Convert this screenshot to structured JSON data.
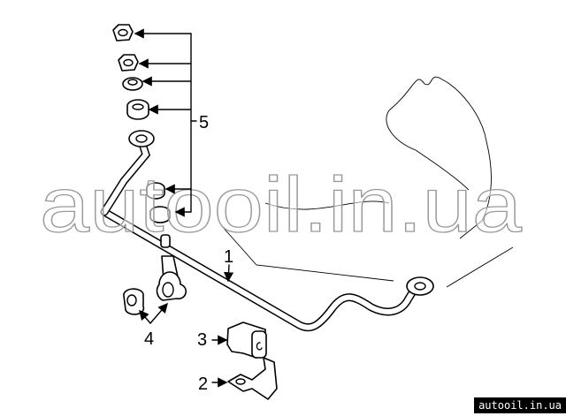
{
  "callouts": {
    "c1": "1",
    "c2": "2",
    "c3": "3",
    "c4": "4",
    "c5": "5"
  },
  "watermark": "autooil.in.ua",
  "badge": "autooil.in.ua"
}
